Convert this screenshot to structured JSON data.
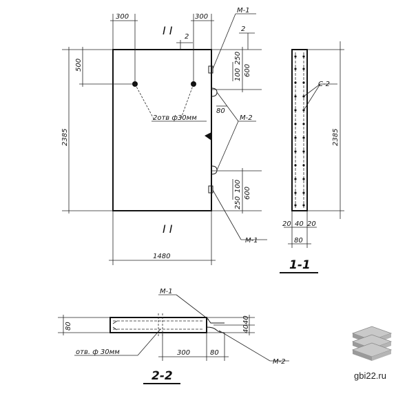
{
  "view_front": {
    "dim_top_left": "300",
    "dim_top_right": "300",
    "dim_gap": "2",
    "dim_500": "500",
    "dim_height": "2385",
    "dim_width": "1480",
    "holes_label": "2отв ф30мм",
    "mark_m1_top": "М-1",
    "mark_m1_bottom": "М-1",
    "mark_m2": "М-2",
    "dim_2_right": "2",
    "dim_250_top": "250",
    "dim_600_top": "600",
    "dim_100_top": "100",
    "dim_80": "80",
    "dim_100_bot": "100",
    "dim_600_bot": "600",
    "dim_250_bot": "250",
    "cut_top": "I I",
    "cut_bottom": "I I"
  },
  "view_section_1": {
    "mark_c2": "С-2",
    "dim_height": "2385",
    "dim_20_left": "20",
    "dim_40": "40",
    "dim_20_right": "20",
    "dim_80": "80",
    "title": "1-1"
  },
  "view_section_2": {
    "mark_m1": "М-1",
    "mark_m2": "М-2",
    "dim_80_left": "80",
    "dim_40_top": "40",
    "dim_40_bot": "40",
    "dim_300": "300",
    "dim_80_bot": "80",
    "holes_label": "отв. ф 30мм",
    "title": "2-2"
  },
  "watermark": {
    "site": "gbi22.ru",
    "logo_icon": "stacked-slabs-logo"
  }
}
